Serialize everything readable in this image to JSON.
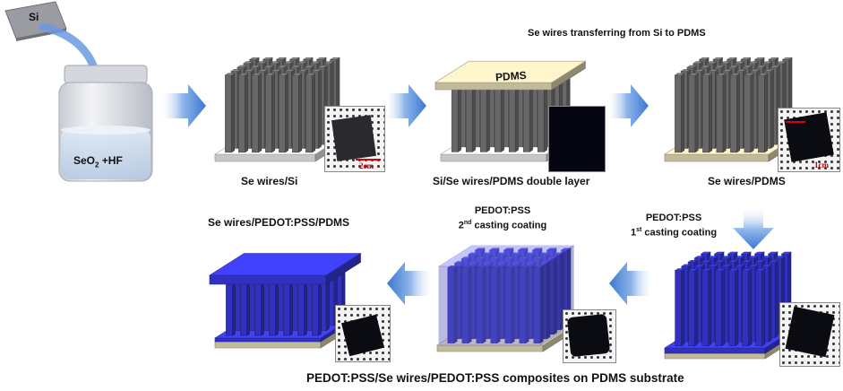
{
  "labels": {
    "si_chip": "Si",
    "jar": "SeO",
    "jar_sub": "2",
    "jar_suffix": " +HF",
    "pdms_top": "PDMS",
    "transfer_title": "Se wires transferring from Si to PDMS",
    "se_si": "Se wires/Si",
    "double_layer": "Si/Se wires/PDMS double layer",
    "se_pdms": "Se wires/PDMS",
    "pedot_1_line1": "PEDOT:PSS",
    "pedot_1_line2_num": "1",
    "pedot_1_line2_sup": "st",
    "pedot_1_line2_rest": " casting coating",
    "pedot_2_line1": "PEDOT:PSS",
    "pedot_2_line2_num": "2",
    "pedot_2_line2_sup": "nd",
    "pedot_2_line2_rest": " casting coating",
    "final_top": "Se wires/PEDOT:PSS/PDMS",
    "bottom_caption": "PEDOT:PSS/Se wires/PEDOT:PSS composites on PDMS substrate",
    "scale_2cm": "2cm",
    "scale_1cm": "1cm"
  },
  "colors": {
    "wire_gray": "#7a7a7a",
    "substrate_gray": "#eaeaea",
    "pdms_beige": "#e4dcb5",
    "pedot_blue": "#3a3ae0",
    "arrow_blue": "#4a86d8"
  }
}
